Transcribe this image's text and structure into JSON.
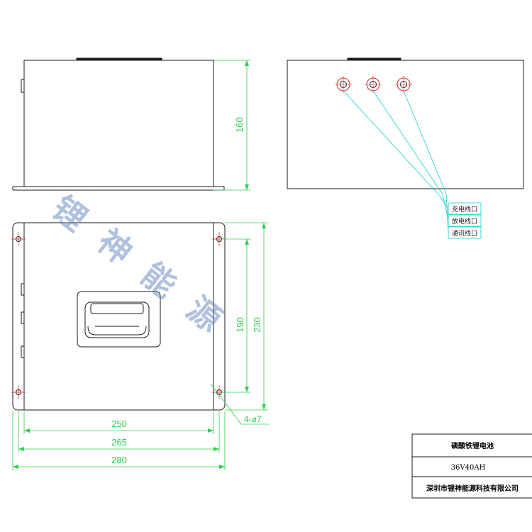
{
  "front_view": {
    "height_dim": "160"
  },
  "top_view": {
    "inner_width_dim": "250",
    "mid_width_dim": "265",
    "outer_width_dim": "280",
    "inner_height_dim": "190",
    "outer_height_dim": "230",
    "hole_spec": "4-ø7"
  },
  "side_view": {
    "ports": [
      "充电线口",
      "放电线口",
      "通讯线口"
    ]
  },
  "title_block": {
    "product": "磷酸铁锂电池",
    "model": "36V40AH",
    "company": "深圳市锂神能源科技有限公司"
  },
  "watermark": [
    "锂",
    "神",
    "能",
    "源"
  ],
  "colors": {
    "outline": "#1a1a1a",
    "dimension": "#2bd14a",
    "leader": "#2ad4d4",
    "hole_mark": "#e02020",
    "watermark": "#6f8fc4"
  }
}
